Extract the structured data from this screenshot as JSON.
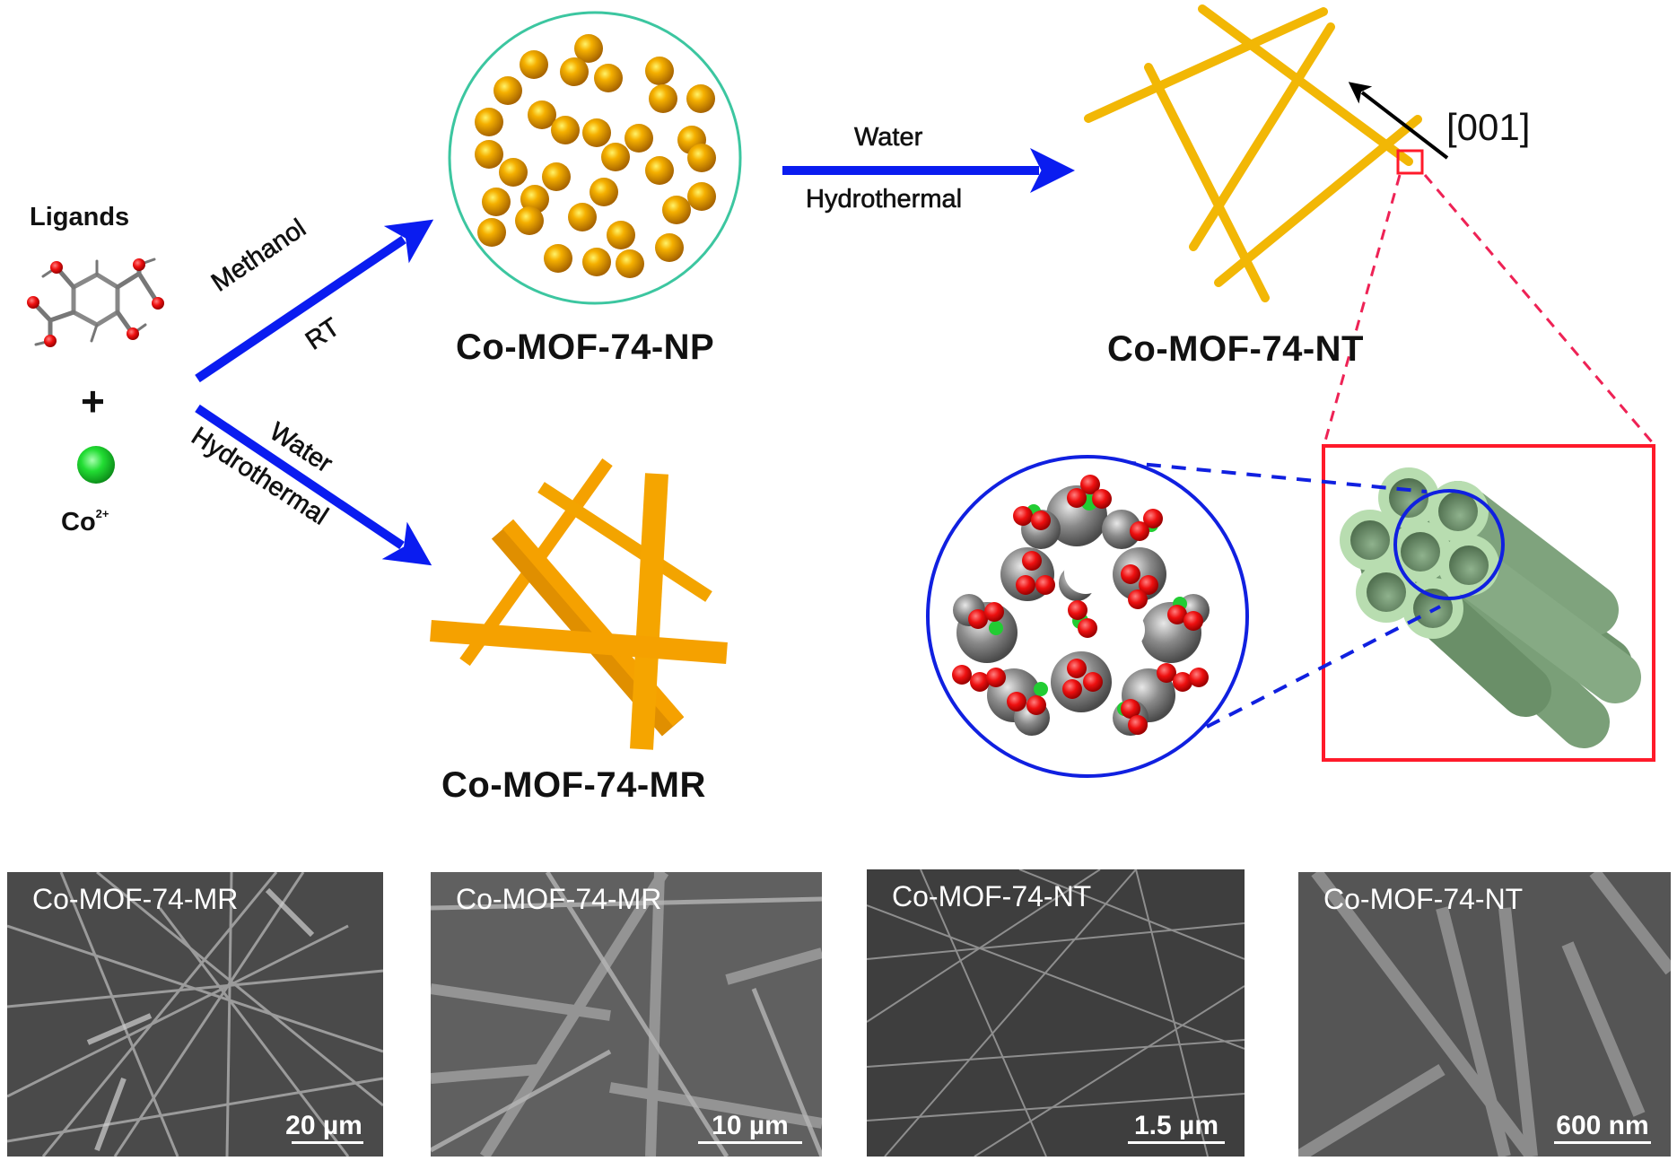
{
  "figure": {
    "reactants": {
      "ligands_label": "Ligands",
      "plus_sign": "+",
      "metal_ion": {
        "symbol": "Co",
        "charge": "2+"
      }
    },
    "routes": [
      {
        "id": "methanol_rt",
        "condition_top": "Methanol",
        "condition_bottom": "RT",
        "product": "Co-MOF-74-NP"
      },
      {
        "id": "water_hydrothermal_direct",
        "condition_top": "Water",
        "condition_bottom": "Hydrothermal",
        "product": "Co-MOF-74-MR"
      },
      {
        "id": "water_hydrothermal_conversion",
        "condition_top": "Water",
        "condition_bottom": "Hydrothermal",
        "from": "Co-MOF-74-NP",
        "product": "Co-MOF-74-NT"
      }
    ],
    "products": {
      "np_label": "Co-MOF-74-NP",
      "nt_label": "Co-MOF-74-NT",
      "mr_label": "Co-MOF-74-MR"
    },
    "direction_label": "[001]",
    "sem_panels": [
      {
        "title": "Co-MOF-74-MR",
        "scale_bar": "20 µm"
      },
      {
        "title": "Co-MOF-74-MR",
        "scale_bar": "10 µm"
      },
      {
        "title": "Co-MOF-74-NT",
        "scale_bar": "1.5 µm"
      },
      {
        "title": "Co-MOF-74-NT",
        "scale_bar": "600 nm"
      }
    ],
    "colors": {
      "arrow_blue": "#0a1cf0",
      "rod_gold": "#f2b705",
      "mr_orange": "#f5a100",
      "np_sphere": "#f0a000",
      "np_circle": "#3cc6a0",
      "zoom_red": "#ff1a2a",
      "zoom_blue": "#1020e0",
      "tube_green": "#8bb08a",
      "tube_light": "#b8ddb0",
      "co_green": "#22cc33",
      "oxygen_red": "#ee1111",
      "carbon_grey": "#8a8a8a"
    }
  }
}
